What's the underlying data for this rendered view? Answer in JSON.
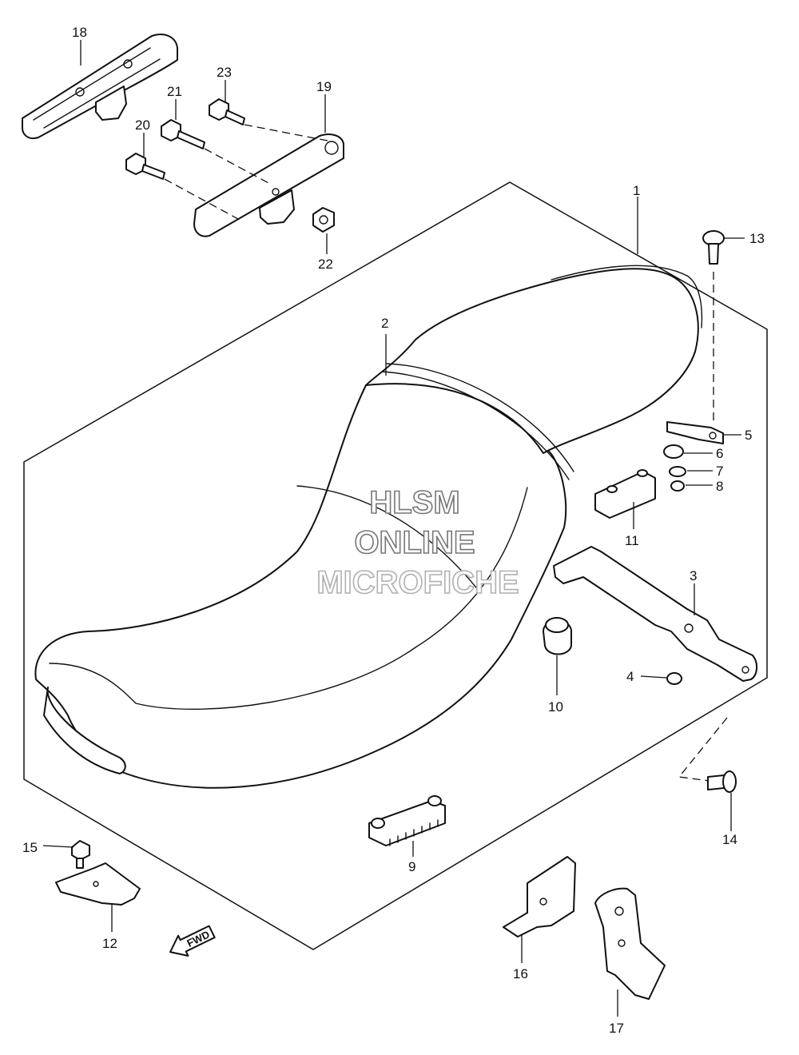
{
  "watermark": {
    "line1": "HLSM",
    "line2": "ONLINE",
    "line3": "MICROFICHE"
  },
  "direction_marker": "FWD",
  "callouts": {
    "c1": "1",
    "c2": "2",
    "c3": "3",
    "c4": "4",
    "c5": "5",
    "c6": "6",
    "c7": "7",
    "c8": "8",
    "c9": "9",
    "c10": "10",
    "c11": "11",
    "c12": "12",
    "c13": "13",
    "c14": "14",
    "c15": "15",
    "c16": "16",
    "c17": "17",
    "c18": "18",
    "c19": "19",
    "c20": "20",
    "c21": "21",
    "c22": "22",
    "c23": "23"
  }
}
